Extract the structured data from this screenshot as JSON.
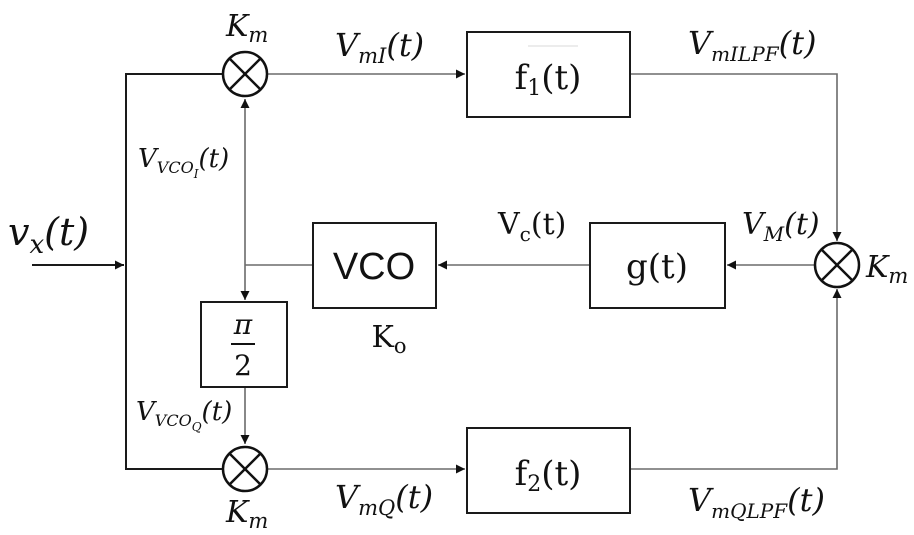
{
  "diagram": {
    "title": "",
    "type": "block-diagram",
    "input": {
      "label_main": "v",
      "label_sub": "x",
      "label_tail": "(t)"
    },
    "mixers": {
      "top": {
        "gain_main": "K",
        "gain_sub": "m"
      },
      "bottom": {
        "gain_main": "K",
        "gain_sub": "m"
      },
      "right": {
        "gain_main": "K",
        "gain_sub": "m"
      }
    },
    "blocks": {
      "f1": {
        "main": "f",
        "sub": "1",
        "tail": "(t)"
      },
      "f2": {
        "main": "f",
        "sub": "2",
        "tail": "(t)"
      },
      "vco": {
        "label": "VCO",
        "gain_main": "K",
        "gain_sub": "o"
      },
      "g": {
        "label": "g(t)"
      },
      "phase_shift": {
        "numerator": "π",
        "denominator": "2"
      }
    },
    "signals": {
      "vmi": {
        "main": "V",
        "sub": "mI",
        "tail": "(t)"
      },
      "vmq": {
        "main": "V",
        "sub": "mQ",
        "tail": "(t)"
      },
      "vmilpf": {
        "main": "V",
        "sub": "mILPF",
        "tail": "(t)"
      },
      "vmqlpf": {
        "main": "V",
        "sub": "mQLPF",
        "tail": "(t)"
      },
      "vm": {
        "main": "V",
        "sub": "M",
        "tail": "(t)"
      },
      "vc": {
        "main": "V",
        "sub": "c",
        "tail": "(t)"
      },
      "vvcoi": {
        "main": "V",
        "sub": "VCO",
        "subsub": "I",
        "tail": "(t)"
      },
      "vvcoq": {
        "main": "V",
        "sub": "VCO",
        "subsub": "Q",
        "tail": "(t)"
      }
    },
    "colors": {
      "line_dark": "#1a1a1a",
      "line_gray": "#6b6b6b",
      "background": "#ffffff"
    }
  }
}
